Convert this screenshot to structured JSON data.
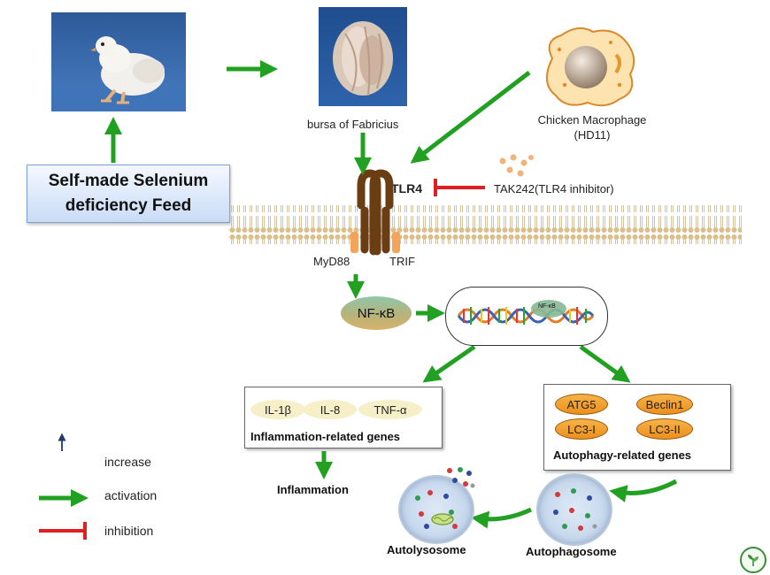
{
  "colors": {
    "activation": "#22a022",
    "inhibition": "#e02020",
    "increase": "#1f3a6a",
    "membrane": "#d9bf8a",
    "receptor": "#6b3d12"
  },
  "images": {
    "chick": "chick-photo",
    "bursa": "bursa-photo",
    "macrophage": "macrophage-icon",
    "logo": "plant-logo-icon"
  },
  "feed": {
    "line1": "Self-made Selenium",
    "line2": "deficiency Feed"
  },
  "bursa_label": "bursa of Fabricius",
  "macrophage": {
    "line1": "Chicken Macrophage",
    "line2": "(HD11)"
  },
  "tlr4_label": "TLR4",
  "inhibitor_label": "TAK242(TLR4 inhibitor)",
  "adaptors": {
    "myd88": "MyD88",
    "trif": "TRIF"
  },
  "nfkb_label": "NF-κB",
  "dna_nfkb_label": "NF-κB",
  "inflammation_genes": {
    "items": [
      "IL-1β",
      "IL-8",
      "TNF-α"
    ],
    "title": "Inflammation-related genes"
  },
  "autophagy_genes": {
    "items": [
      "ATG5",
      "Beclin1",
      "LC3-I",
      "LC3-II"
    ],
    "title": "Autophagy-related genes"
  },
  "outcomes": {
    "inflammation": "Inflammation",
    "autolysosome": "Autolysosome",
    "autophagosome": "Autophagosome"
  },
  "legend": {
    "increase": "increase",
    "activation": "activation",
    "inhibition": "inhibition"
  }
}
